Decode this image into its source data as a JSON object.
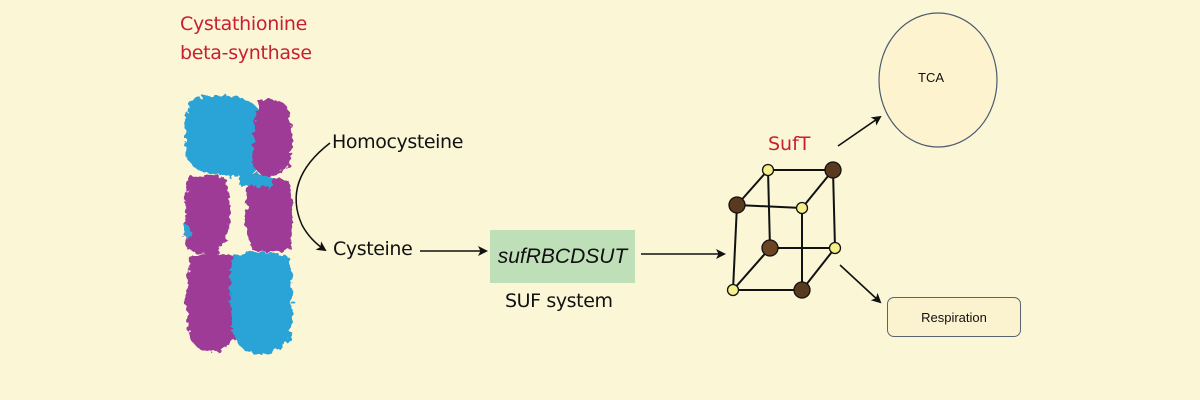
{
  "enzyme": {
    "title_line1": "Cystathionine",
    "title_line2": "beta-synthase",
    "title_color": "#C8202E",
    "structure_colors": {
      "chain_a": "#2BA3D6",
      "chain_b": "#9E3A96"
    }
  },
  "pathway": {
    "substrate": "Homocysteine",
    "product": "Cysteine",
    "gene_cluster": "sufRBCDSUT",
    "gene_cluster_color": "#BFDFB8",
    "system_label": "SUF system",
    "cluster_label": "SufT",
    "cluster_label_color": "#C8202E",
    "cluster_node_colors": {
      "iron": "#5A3A1E",
      "sulfur": "#F7F08A"
    }
  },
  "outputs": {
    "tca": "TCA",
    "respiration": "Respiration"
  },
  "background_color": "#FAF6D6"
}
